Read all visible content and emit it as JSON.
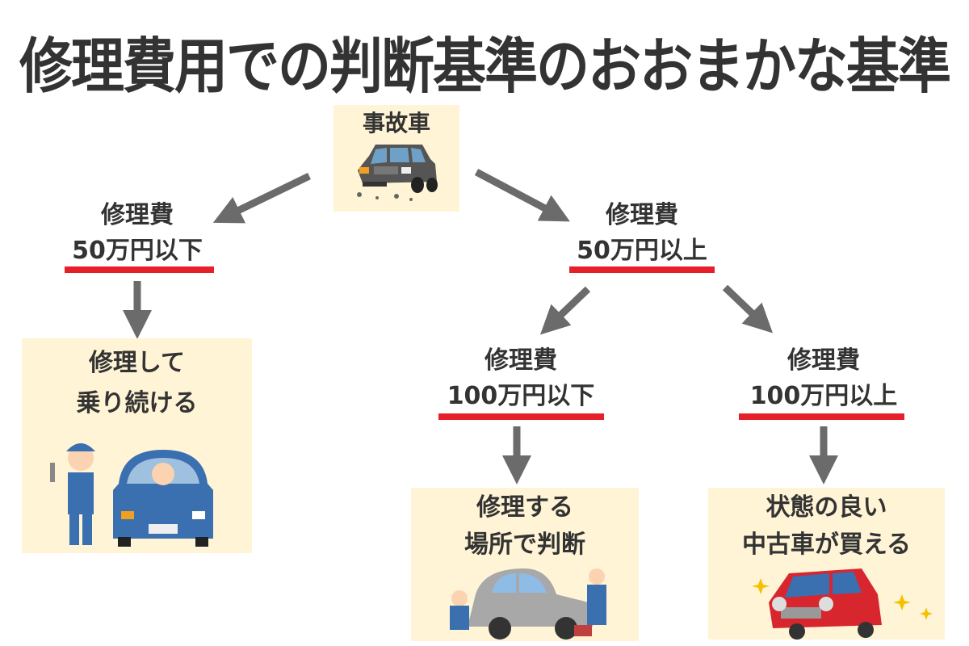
{
  "title": "修理費用での判断基準のおおまかな基準",
  "root": {
    "label": "事故車",
    "icon": "wrecked-car-icon"
  },
  "nodes": {
    "left": {
      "line1": "修理費",
      "line2": "50万円以下"
    },
    "right": {
      "line1": "修理費",
      "line2": "50万円以上"
    },
    "right_left": {
      "line1": "修理費",
      "line2": "100万円以下"
    },
    "right_right": {
      "line1": "修理費",
      "line2": "100万円以上"
    }
  },
  "outcomes": {
    "keep": {
      "line1": "修理して",
      "line2": "乗り続ける",
      "icon": "mechanic-and-driver-icon"
    },
    "decide": {
      "line1": "修理する",
      "line2": "場所で判断",
      "icon": "mechanics-repairing-car-icon"
    },
    "buy": {
      "line1": "状態の良い",
      "line2": "中古車が買える",
      "icon": "shiny-red-car-icon"
    }
  },
  "colors": {
    "box_bg": "#fff4d5",
    "underline": "#e5202a",
    "arrow": "#6b6b6b",
    "text": "#333333"
  }
}
